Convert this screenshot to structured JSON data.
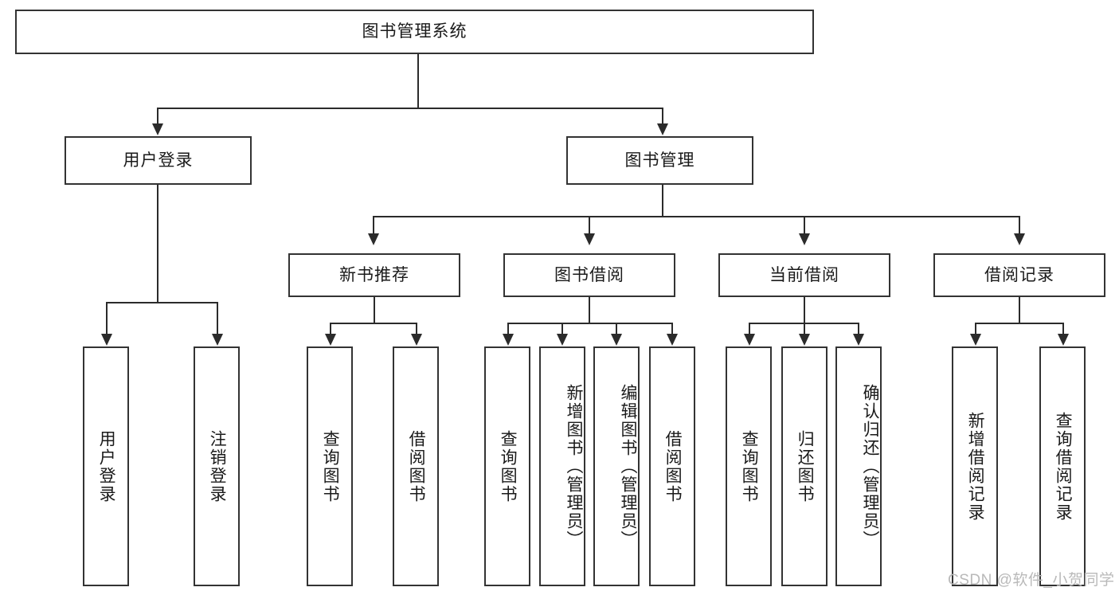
{
  "diagram": {
    "title": "图书管理系统",
    "root": {
      "label": "图书管理系统"
    },
    "level2": [
      {
        "label": "用户登录"
      },
      {
        "label": "图书管理"
      }
    ],
    "level3": [
      {
        "label": "新书推荐"
      },
      {
        "label": "图书借阅"
      },
      {
        "label": "当前借阅"
      },
      {
        "label": "借阅记录"
      }
    ],
    "leaves": {
      "user_login": [
        {
          "label": "用户登录"
        },
        {
          "label": "注销登录"
        }
      ],
      "new_book_recommend": [
        {
          "label": "查询图书"
        },
        {
          "label": "借阅图书"
        }
      ],
      "book_borrow": [
        {
          "label": "查询图书"
        },
        {
          "label": "新增图书（管理员）"
        },
        {
          "label": "编辑图书（管理员）"
        },
        {
          "label": "借阅图书"
        }
      ],
      "current_borrow": [
        {
          "label": "查询图书"
        },
        {
          "label": "归还图书"
        },
        {
          "label": "确认归还（管理员）"
        }
      ],
      "borrow_records": [
        {
          "label": "新增借阅记录"
        },
        {
          "label": "查询借阅记录"
        }
      ]
    }
  },
  "watermark": {
    "text": "CSDN @软件_小贺同学"
  },
  "colors": {
    "box_border": "#333333",
    "line": "#2b2b2b",
    "text": "#1a1a1a",
    "watermark": "#b9b9b9",
    "background": "#ffffff"
  }
}
